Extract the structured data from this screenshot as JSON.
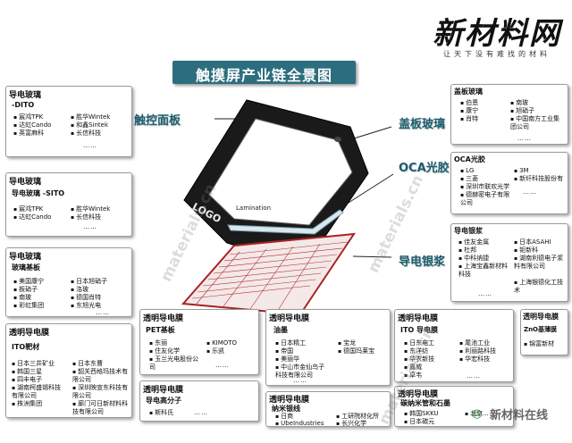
{
  "logo": {
    "title": "新材料网",
    "slogan": "让天下没有难找的材料"
  },
  "main_title": "触摸屏产业链全景图",
  "watermark": "materials.cn",
  "bottom_logo": "新材料在线",
  "device": {
    "screen_logo": "LOGO",
    "lamination": "Lamination"
  },
  "callouts": {
    "touch_panel": "触控面板",
    "cover_glass": "盖板玻璃",
    "oca": "OCA光胶",
    "silver_paste": "导电银浆"
  },
  "boxes": {
    "ditol": {
      "title": "导电玻璃",
      "subtitle": "-DITO",
      "col1": [
        "宸鸿TPK",
        "达虹Cando",
        "英富麻科"
      ],
      "col2": [
        "胜华Wintek",
        "和鑫Sintek",
        "长信科技"
      ],
      "more": "……"
    },
    "sito": {
      "title": "导电玻璃",
      "subtitle": "导电玻璃 -SITO",
      "col1": [
        "宸鸿TPK",
        "达虹Cando"
      ],
      "col2": [
        "胜华Wintek",
        "长信科技"
      ],
      "more": "……"
    },
    "substrate": {
      "title": "导电玻璃",
      "subtitle": "玻璃基板",
      "col1": [
        "美国康宁",
        "板硝子",
        "南玻",
        "彩虹集团"
      ],
      "col2": [
        "日本旭硝子",
        "洛玻",
        "德国肖特",
        "东旭光电"
      ],
      "more": "……"
    },
    "ito_target": {
      "title": "透明导电膜",
      "subtitle": "ITO靶材",
      "col1": [
        "日本三井矿业",
        "韩国三星",
        "四丰电子",
        "湖南柯盛锡科技有限公司",
        "株洲集团"
      ],
      "col2": [
        "日本东曹",
        "韶关西格玛技术有限公司",
        "深圳映宣东科技有限公司",
        "廊门可日新材料科技有限公司"
      ]
    },
    "pet": {
      "title": "透明导电膜",
      "subtitle": "PET基板",
      "col1": [
        "东丽",
        "住友化学",
        "玉兰光电股份公司"
      ],
      "col2": [
        "KIMOTO",
        "乐凯"
      ],
      "more": "……"
    },
    "oil_film": {
      "title": "透明导电膜",
      "subtitle": "油墨",
      "col1": [
        "日本精工",
        "帝国",
        "美丽华",
        "中山市金仙鸟子科技有限公司"
      ],
      "col2": [
        "宝龙",
        "德国玛莱宝"
      ],
      "more": "……"
    },
    "ito_film": {
      "title": "透明导电膜",
      "subtitle": "ITO 导电膜",
      "col1": [
        "日东电工",
        "东洋纺",
        "华农新技",
        "嘉威",
        "卓韦"
      ],
      "col2": [
        "尾池工业",
        "利丽路科技",
        "华宏科技"
      ],
      "more": "……"
    },
    "zno": {
      "title": "透明导电膜",
      "subtitle": "ZnO基薄膜",
      "col1": [
        "锦富新材"
      ]
    },
    "polymer": {
      "title": "透明导电膜",
      "subtitle": "导电高分子",
      "col1": [
        "斯科氏"
      ],
      "more": "……"
    },
    "nanowire": {
      "title": "透明导电膜",
      "subtitle": "纳米银线",
      "col1": [
        "日商",
        "UbeIndustries"
      ],
      "col2": [
        "工研院材化所",
        "长兴化学"
      ]
    },
    "cnt": {
      "title": "透明导电膜",
      "subtitle": "碳纳米管和石墨",
      "col1": [
        "韩国SKKU",
        "日本碳元",
        "……"
      ],
      "col2": [
        "北京..."
      ]
    },
    "cover": {
      "title": "盖板玻璃",
      "col1": [
        "伯恩",
        "康宁",
        "肖特"
      ],
      "col2": [
        "南玻",
        "旭硝子",
        "中国南方工业集团公司"
      ],
      "more": "……"
    },
    "oca_box": {
      "title": "OCA光胶",
      "col1": [
        "LG",
        "三菱",
        "深圳市联欢光学",
        "德赫密电子有限公司"
      ],
      "col2": [
        "3M",
        "新纤科技股份有"
      ],
      "more": "……"
    },
    "silver_box": {
      "title": "导电银浆",
      "col1": [
        "佳友金属",
        "杜邦",
        "中科纳捷",
        "上海宝鑫新材料科技"
      ],
      "col2": [
        "日本ASAHI",
        "钜新科",
        "湖南利德电子浆料有限公司",
        "上海银德化工技术"
      ],
      "more": "……"
    }
  }
}
